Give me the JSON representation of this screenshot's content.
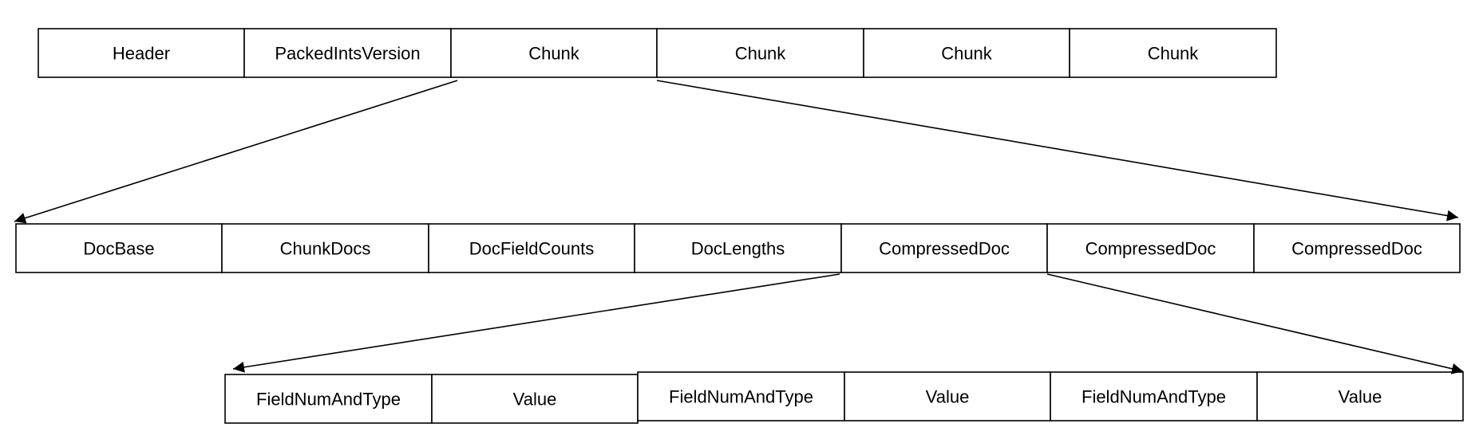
{
  "rows": [
    {
      "name": "file-format-row",
      "cells": [
        "Header",
        "PackedIntsVersion",
        "Chunk",
        "Chunk",
        "Chunk",
        "Chunk"
      ]
    },
    {
      "name": "chunk-row",
      "cells": [
        "DocBase",
        "ChunkDocs",
        "DocFieldCounts",
        "DocLengths",
        "CompressedDoc",
        "CompressedDoc",
        "CompressedDoc"
      ]
    },
    {
      "name": "compressed-doc-row",
      "cells": [
        "FieldNumAndType",
        "Value",
        "FieldNumAndType",
        "Value",
        "FieldNumAndType",
        "Value"
      ]
    }
  ],
  "colors": {
    "stroke": "#000000",
    "fill": "#ffffff",
    "text": "#000000"
  }
}
